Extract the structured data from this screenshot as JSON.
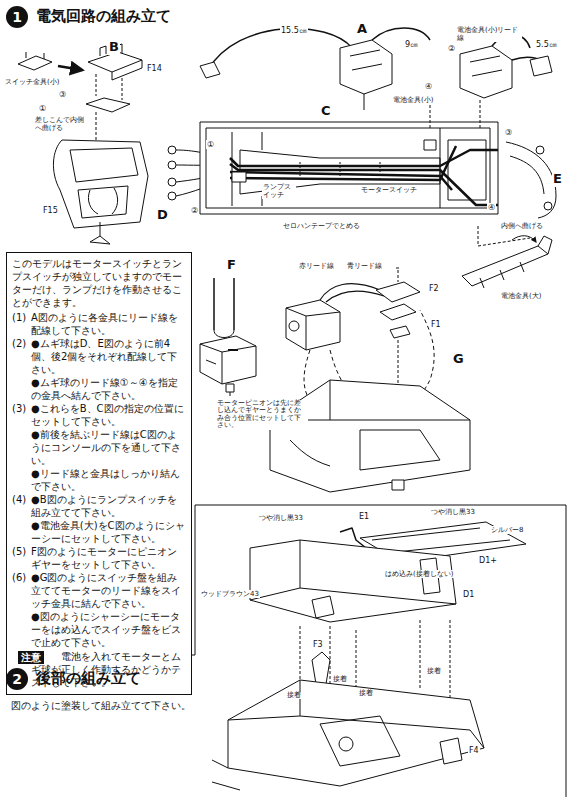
{
  "diagram": {
    "nodes": [
      {
        "text": [
          "1",
          "電気回路の組み立て"
        ]
      },
      {
        "text": [
          "このモデルはモータースイッチとランプスイッチが独立していますのでモーターだけ、ランプだけを作動させることができます。",
          "(1)",
          "A図のように各金具にリード線を配線して下さい。",
          "(2)",
          "●ムギ球はD、E図のように前4個、後2個をそれぞれ配線して下さい。",
          "●ムギ球のリード線①～④を指定の金具へ結んで下さい。",
          "(3)",
          "●これらをB、C図の指定の位置にセットして下さい。",
          "●前後を結ぶリード線はC図のようにコンソールの下を通して下さい。",
          "●リード線と金具はしっかり結んで下さい。",
          "(4)",
          "●B図のようにランプスイッチを組み立てて下さい。",
          "●電池金具(大)をC図のようにシャーシーにセットして下さい。",
          "(5)",
          "F図のようにモーターにピニオンギヤーをセットして下さい。",
          "(6)",
          "●G図のようにスイッチ盤を組み立ててモーターのリード線をスイッチ金具に結んで下さい。",
          "●図のようにシャーシーにモーターをはめ込んでスイッチ盤をビスで止めて下さい。",
          "電池を入れてモーターとムギ球が正しく作動するかどうかテストして下さい。"
        ]
      },
      {
        "text": [
          "注意"
        ],
        "in": 1
      },
      {
        "text": [
          "2",
          "後部の組み立て"
        ]
      }
    ],
    "edges": [],
    "labels": [
      "B",
      "F14",
      "スイッチ金具(小)",
      "③",
      "①",
      "差しこんで内側へ曲げる",
      "F15",
      "15.5㎝",
      "A",
      "9㎝",
      "電池金具(小)",
      "④",
      "②",
      "電池金具(小)リード線",
      "5.5㎝",
      "C",
      "①",
      "②",
      "③",
      "④",
      "モータースイッチ",
      "ランプスイッチ",
      "D",
      "セロハンテープでとめる",
      "E",
      "内側へ曲げる",
      "電池金具(大)",
      "F",
      "モーターピニオンは先に差し込んでギヤーとうまくかみ合う位置にセットして下さい。",
      "赤リード線",
      "青リード線",
      "F2",
      "F1",
      "G",
      "つや消し黒33",
      "E1",
      "つや消し黒33",
      "シルバー8",
      "D1+",
      "はめ込み(接着しない)",
      "D1",
      "ウッドブラウン43",
      "F3",
      "F4",
      "接着",
      "接着",
      "接着",
      "接着",
      "図のように塗装して組み立てて下さい。"
    ]
  }
}
